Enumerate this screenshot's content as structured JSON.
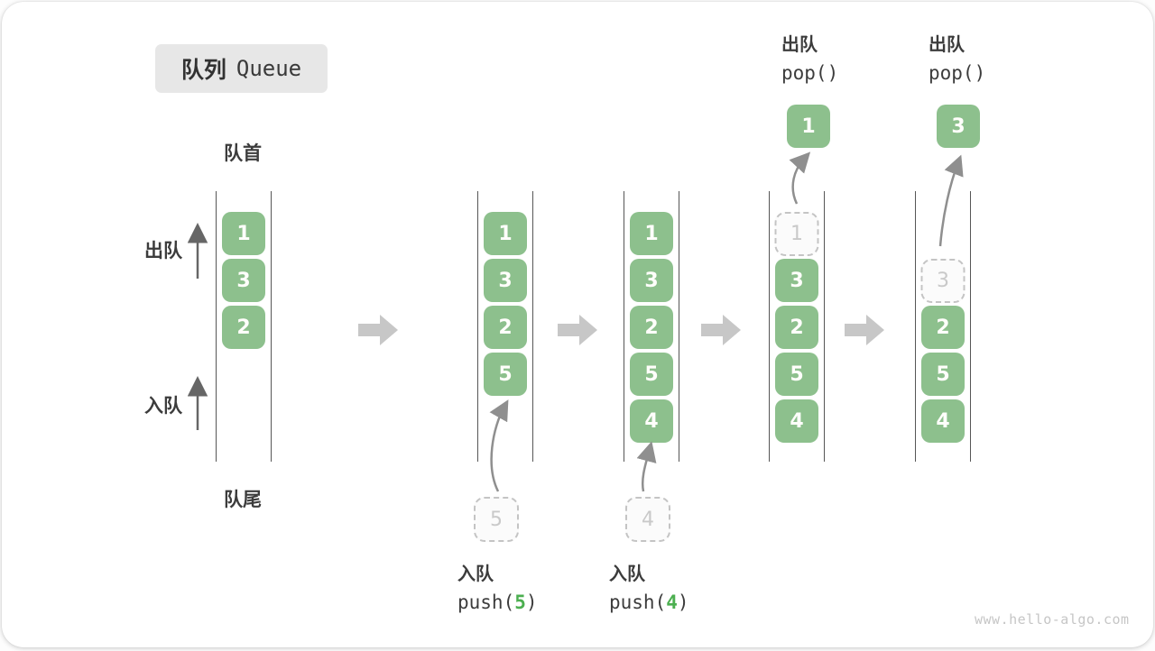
{
  "title": {
    "zh": "队列",
    "en": "Queue"
  },
  "labels": {
    "front": "队首",
    "rear": "队尾",
    "dequeue": "出队",
    "enqueue": "入队"
  },
  "states": [
    {
      "items": [
        "1",
        "3",
        "2"
      ]
    },
    {
      "items": [
        "1",
        "3",
        "2",
        "5"
      ],
      "incoming": "5"
    },
    {
      "items": [
        "1",
        "3",
        "2",
        "5",
        "4"
      ],
      "incoming": "4"
    },
    {
      "items": [
        "3",
        "2",
        "5",
        "4"
      ],
      "removed": "1",
      "popped": "1"
    },
    {
      "items": [
        "2",
        "5",
        "4"
      ],
      "removed": "3",
      "popped": "3"
    }
  ],
  "operations": {
    "push5": {
      "label": "入队",
      "code_before": "push(",
      "arg": "5",
      "code_after": ")"
    },
    "push4": {
      "label": "入队",
      "code_before": "push(",
      "arg": "4",
      "code_after": ")"
    },
    "pop1": {
      "label": "出队",
      "code": "pop()"
    },
    "pop2": {
      "label": "出队",
      "code": "pop()"
    }
  },
  "watermark": "www.hello-algo.com",
  "colors": {
    "item_green": "#8dc08d",
    "item_text": "#fffefb",
    "code_arg_green": "#4caf50",
    "ghost_border": "#c4c4c4",
    "ghost_text": "#c9c9c9",
    "label_text": "#3c3c3c",
    "queue_line": "#565656",
    "block_arrow": "#c7c7c7",
    "curve_arrow": "#8f8f8f",
    "side_arrow": "#666666",
    "title_bg": "#e7e7e7",
    "watermark_text": "#c6c6c6"
  }
}
